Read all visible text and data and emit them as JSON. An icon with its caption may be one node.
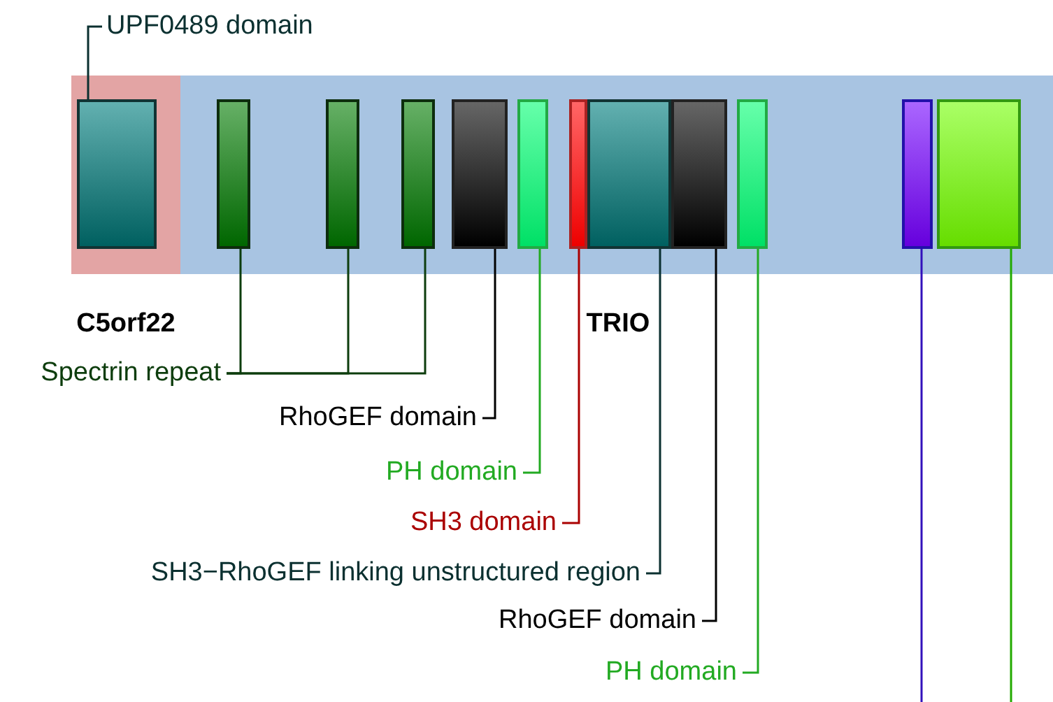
{
  "diagram": {
    "nodes": [
      {
        "text": [
          "UPF0489 domain"
        ]
      },
      {
        "text": [
          "C5orf22"
        ]
      },
      {
        "text": [],
        "shape": "bar",
        "in": 1
      },
      {
        "text": [
          "TRIO"
        ]
      },
      {
        "text": [],
        "shape": "bar",
        "in": 3
      },
      {
        "text": [],
        "shape": "bar",
        "in": 3
      },
      {
        "text": [],
        "shape": "bar",
        "in": 3
      },
      {
        "text": [],
        "shape": "bar",
        "in": 3
      },
      {
        "text": [],
        "shape": "bar",
        "in": 3
      },
      {
        "text": [],
        "shape": "bar",
        "in": 3
      },
      {
        "text": [],
        "shape": "bar",
        "in": 3
      },
      {
        "text": [],
        "shape": "bar",
        "in": 3
      },
      {
        "text": [],
        "shape": "bar",
        "in": 3
      },
      {
        "text": [],
        "shape": "bar",
        "in": 3
      },
      {
        "text": [],
        "shape": "bar",
        "in": 3
      },
      {
        "text": [
          "Spectrin repeat"
        ]
      },
      {
        "text": [
          "RhoGEF domain"
        ]
      },
      {
        "text": [
          "PH domain"
        ]
      },
      {
        "text": [
          "SH3 domain"
        ]
      },
      {
        "text": [
          "SH3−RhoGEF linking unstructured region"
        ]
      },
      {
        "text": [
          "RhoGEF domain"
        ]
      },
      {
        "text": [
          "PH domain"
        ]
      }
    ],
    "edges": [
      {
        "from": 0,
        "to": 2,
        "arrow": "none",
        "color": "#0b3030"
      },
      {
        "from": 15,
        "to": 4,
        "arrow": "none",
        "color": "#0d3d0d"
      },
      {
        "from": 15,
        "to": 5,
        "arrow": "none",
        "color": "#0d3d0d"
      },
      {
        "from": 15,
        "to": 6,
        "arrow": "none",
        "color": "#0d3d0d"
      },
      {
        "from": 16,
        "to": 7,
        "arrow": "none",
        "color": "#000000"
      },
      {
        "from": 17,
        "to": 8,
        "arrow": "none",
        "color": "#22aa22"
      },
      {
        "from": 18,
        "to": 9,
        "arrow": "none",
        "color": "#aa0000"
      },
      {
        "from": 19,
        "to": 10,
        "arrow": "none",
        "color": "#0b3030"
      },
      {
        "from": 20,
        "to": 11,
        "arrow": "none",
        "color": "#000000"
      },
      {
        "from": 21,
        "to": 12,
        "arrow": "none",
        "color": "#22aa22"
      },
      {
        "from": 13,
        "to": null,
        "arrow": "none",
        "color": "#3311bb"
      },
      {
        "from": 14,
        "to": null,
        "arrow": "none",
        "color": "#22aa00"
      }
    ]
  }
}
